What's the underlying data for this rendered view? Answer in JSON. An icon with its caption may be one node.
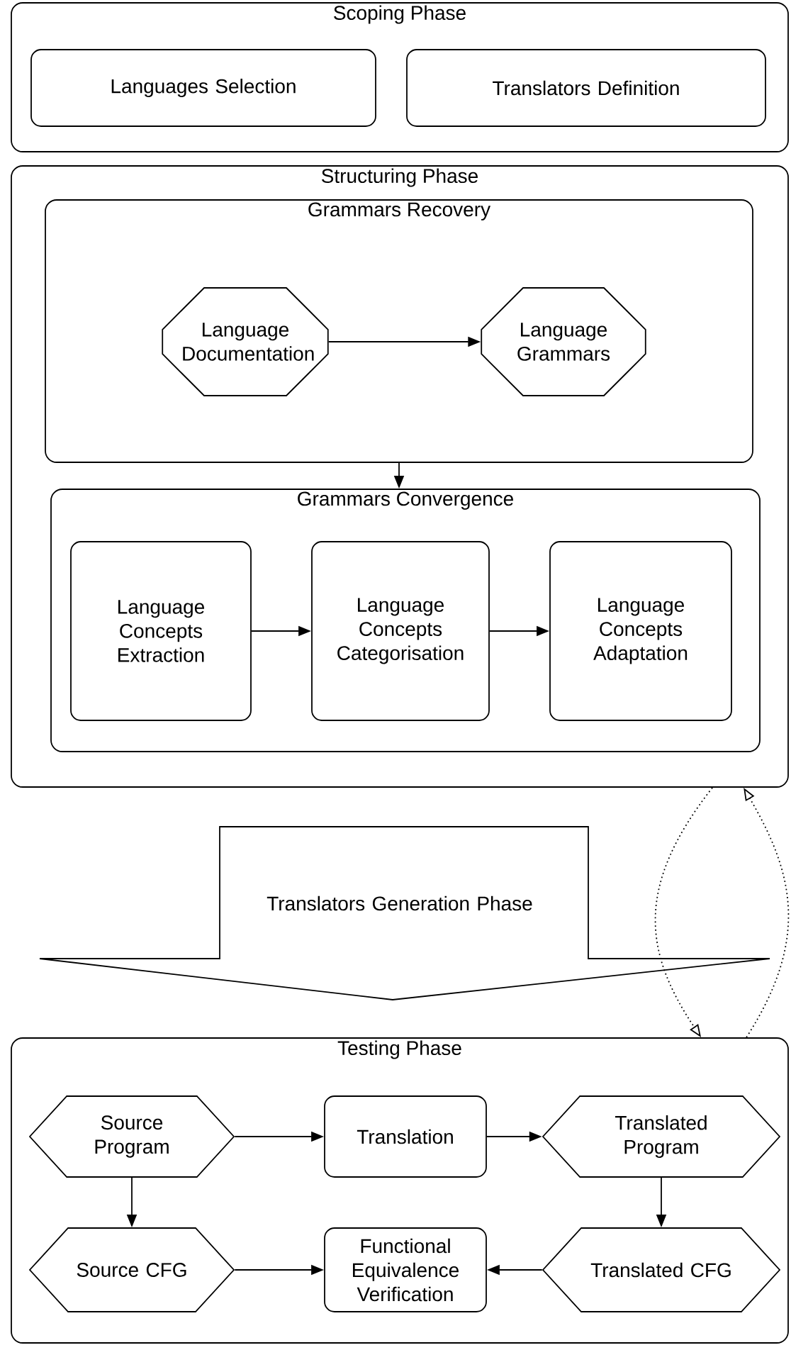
{
  "diagram": {
    "nodes": [
      {
        "text": [
          "Scoping Phase"
        ]
      },
      {
        "text": [
          "Languages Selection"
        ],
        "in": 0
      },
      {
        "text": [
          "Translators Definition"
        ],
        "in": 0
      },
      {
        "text": [
          "Structuring Phase"
        ]
      },
      {
        "text": [
          "Grammars Recovery"
        ],
        "in": 3
      },
      {
        "text": [
          "Language Documentation"
        ],
        "in": 4
      },
      {
        "text": [
          "Language Grammars"
        ],
        "in": 4
      },
      {
        "text": [
          "Grammars Convergence"
        ],
        "in": 3
      },
      {
        "text": [
          "Language Concepts Extraction"
        ],
        "in": 7
      },
      {
        "text": [
          "Language Concepts Categorisation"
        ],
        "in": 7
      },
      {
        "text": [
          "Language Concepts Adaptation"
        ],
        "in": 7
      },
      {
        "text": [
          "Translators Generation Phase"
        ]
      },
      {
        "text": [
          "Testing Phase"
        ]
      },
      {
        "text": [
          "Source Program"
        ],
        "in": 12
      },
      {
        "text": [
          "Translation"
        ],
        "in": 12
      },
      {
        "text": [
          "Translated Program"
        ],
        "in": 12
      },
      {
        "text": [
          "Source CFG"
        ],
        "in": 12
      },
      {
        "text": [
          "Functional Equivalence Verification"
        ],
        "in": 12
      },
      {
        "text": [
          "Translated CFG"
        ],
        "in": 12
      }
    ],
    "edges": [
      {
        "from": 5,
        "to": 6,
        "arrow": "to"
      },
      {
        "from": 4,
        "to": 7,
        "arrow": "to"
      },
      {
        "from": 8,
        "to": 9,
        "arrow": "to"
      },
      {
        "from": 9,
        "to": 10,
        "arrow": "to"
      },
      {
        "from": 13,
        "to": 14,
        "arrow": "to"
      },
      {
        "from": 14,
        "to": 15,
        "arrow": "to"
      },
      {
        "from": 13,
        "to": 16,
        "arrow": "to"
      },
      {
        "from": 15,
        "to": 18,
        "arrow": "to"
      },
      {
        "from": 16,
        "to": 17,
        "arrow": "to"
      },
      {
        "from": 18,
        "to": 17,
        "arrow": "to"
      },
      {
        "from": 3,
        "to": 12,
        "arrow": "to",
        "style": "dashed"
      },
      {
        "from": 12,
        "to": 3,
        "arrow": "to",
        "style": "dashed"
      }
    ]
  }
}
